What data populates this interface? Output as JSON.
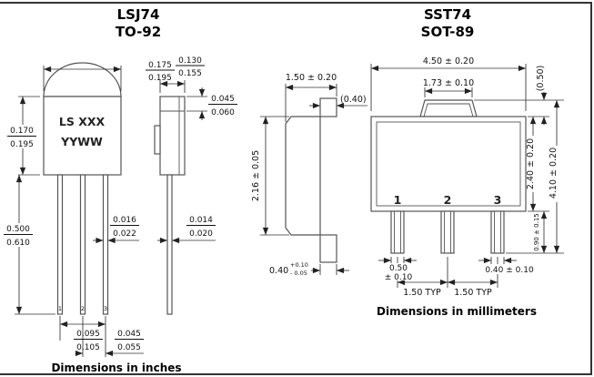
{
  "left": {
    "title1": "LSJ74",
    "title2": "TO-92",
    "marking1": "LS XXX",
    "marking2": "YYWW",
    "pin1": "1",
    "pin2": "2",
    "pin3": "3",
    "dome_w_num": "0.175",
    "dome_w_den": "0.195",
    "side_w_num": "0.130",
    "side_w_den": "0.155",
    "side_step_num": "0.045",
    "side_step_den": "0.060",
    "body_h_num": "0.170",
    "body_h_den": "0.195",
    "lead_l_num": "0.500",
    "lead_l_den": "0.610",
    "lead_w_num": "0.016",
    "lead_w_den": "0.022",
    "side_lead_num": "0.014",
    "side_lead_den": "0.020",
    "pitch_outer_num": "0.095",
    "pitch_outer_den": "0.105",
    "pitch_adj_num": "0.045",
    "pitch_adj_den": "0.055",
    "caption": "Dimensions in inches"
  },
  "right": {
    "title1": "SST74",
    "title2": "SOT-89",
    "pin1": "1",
    "pin2": "2",
    "pin3": "3",
    "side_thickness": "1.50 ± 0.20",
    "tab_thickness": "(0.40)",
    "side_height": "2.16 ± 0.05",
    "lead_thk": "0.40",
    "lead_thk_plus": "+0.10",
    "lead_thk_minus": "- 0.05",
    "body_width": "4.50 ± 0.20",
    "tab_width": "1.73 ± 0.10",
    "tab_height": "(0.50)",
    "body_depth": "2.40 ± 0.20",
    "total_height": "4.10 ± 0.20",
    "lead_length": "0.90 ± 0.15",
    "pin_w1a": "0.50",
    "pin_w1b": "± 0.10",
    "pin_w3": "0.40 ± 0.10",
    "pitch_a": "1.50 TYP",
    "pitch_b": "1.50 TYP",
    "caption": "Dimensions in millimeters"
  }
}
